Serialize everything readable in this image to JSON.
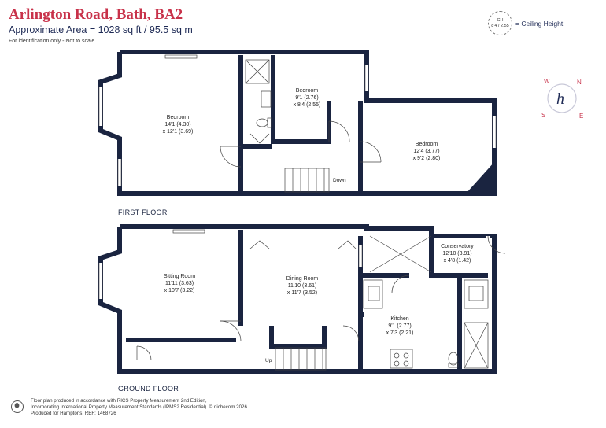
{
  "header": {
    "title": "Arlington Road, Bath, BA2",
    "area": "Approximate Area = 1028 sq ft / 95.5 sq m",
    "identification": "For identification only - Not to scale"
  },
  "legend": {
    "circle_top": "CH",
    "circle_bottom": "8'4 / 2.55",
    "label": "= Ceiling Height"
  },
  "compass": {
    "n": "N",
    "e": "E",
    "s": "S",
    "w": "W",
    "logo": "h"
  },
  "first_floor": {
    "label": "FIRST FLOOR",
    "stairs_label": "Down",
    "rooms": [
      {
        "name": "Bedroom",
        "dim1": "14'1 (4.30)",
        "dim2": "x 12'1 (3.69)"
      },
      {
        "name": "Bedroom",
        "dim1": "9'1 (2.76)",
        "dim2": "x 8'4 (2.55)"
      },
      {
        "name": "Bedroom",
        "dim1": "12'4 (3.77)",
        "dim2": "x 9'2 (2.80)"
      }
    ]
  },
  "ground_floor": {
    "label": "GROUND FLOOR",
    "stairs_label": "Up",
    "rooms": [
      {
        "name": "Sitting Room",
        "dim1": "11'11 (3.63)",
        "dim2": "x 10'7 (3.22)"
      },
      {
        "name": "Dining Room",
        "dim1": "11'10 (3.61)",
        "dim2": "x 11'7 (3.52)"
      },
      {
        "name": "Conservatory",
        "dim1": "12'10 (3.91)",
        "dim2": "x 4'8 (1.42)"
      },
      {
        "name": "Kitchen",
        "dim1": "9'1 (2.77)",
        "dim2": "x 7'3 (2.21)"
      }
    ]
  },
  "footer": {
    "line1": "Floor plan produced in accordance with RICS Property Measurement 2nd Edition,",
    "line2": "Incorporating International Property Measurement Standards (IPMS2 Residential).  © nichecom 2026.",
    "line3": "Produced for Hamptons.   REF:  1468726"
  }
}
